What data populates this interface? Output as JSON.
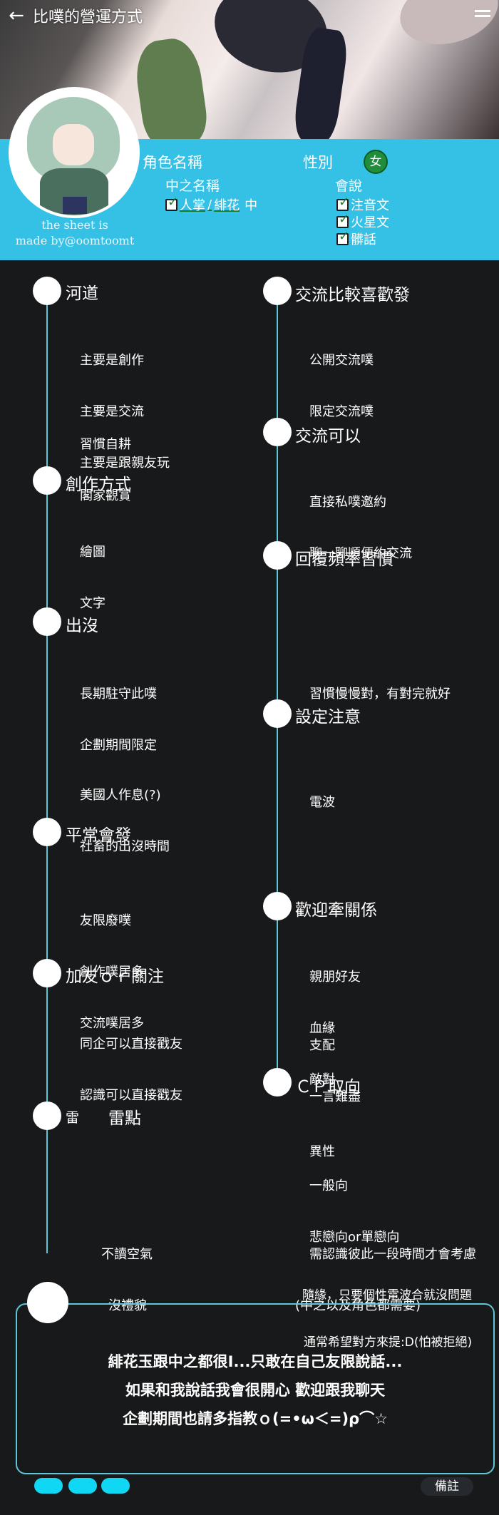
{
  "header": {
    "back_icon": "←",
    "title": "比噗的營運方式"
  },
  "profile": {
    "credit_line1": "the sheet is",
    "credit_line2": "made by@oomtoomt",
    "char_name_label": "角色名稱",
    "gender_label": "性別",
    "gender_value": "女",
    "cp_label": "中之名稱",
    "cp_values": [
      "人掌",
      "緋花"
    ],
    "cp_suffix": "中",
    "cp_sep": "/",
    "speech_label": "會說",
    "speech_options": [
      "注音文",
      "火星文",
      "髒話"
    ]
  },
  "left_sections": [
    {
      "title": "河道",
      "options": [
        "主要是創作",
        "主要是交流",
        "主要是跟親友玩",
        "習慣自耕",
        "閣家觀賞"
      ]
    },
    {
      "title": "創作方式",
      "options": [
        "繪圖",
        "文字"
      ]
    },
    {
      "title": "出沒",
      "options": [
        "長期駐守此噗",
        "企劃期間限定",
        "美國人作息(?)",
        "社畜的出沒時間"
      ]
    },
    {
      "title": "平常會發",
      "options": [
        "友限廢噗",
        "創作噗居多",
        "交流噗居多"
      ]
    },
    {
      "title": "加友ｏｒ關注",
      "options": [
        "同企可以直接戳友",
        "認識可以直接戳友"
      ]
    },
    {
      "title": "雷",
      "title2": "雷點",
      "options": [
        "不讀空氣",
        "沒禮貌"
      ]
    }
  ],
  "right_sections": [
    {
      "title": "交流比較喜歡發",
      "options": [
        "公開交流噗",
        "限定交流噗"
      ]
    },
    {
      "title": "交流可以",
      "options": [
        "直接私噗邀約",
        "聊一聊順便約交流"
      ]
    },
    {
      "title": "回覆頻率習慣",
      "options": [
        "習慣慢慢對，有對完就好"
      ]
    },
    {
      "title": "設定注意",
      "options": [
        "電波"
      ]
    },
    {
      "title": "歡迎牽關係",
      "options": [
        "親朋好友",
        "血緣",
        "敵對",
        "支配",
        "一言難盡"
      ]
    },
    {
      "title": "ＣＰ取向",
      "options": [
        "異性",
        "一般向",
        "悲戀向or單戀向",
        "需認識彼此一段時間才會考慮",
        "(中之以及角色都需要)",
        "隨緣，只要個性電波合就沒問題",
        "通常希望對方來提:D(怕被拒絕)"
      ]
    }
  ],
  "notes": {
    "line1": "緋花玉跟中之都很I...只敢在自己友限說話...",
    "line2": "如果和我說話我會很開心 歡迎跟我聊天",
    "line3": "企劃期間也請多指教ｏ(=•ω＜=)ρ⌒☆"
  },
  "footer": {
    "notes_button": "備註"
  },
  "colors": {
    "accent": "#35c1e6",
    "line": "#5fc6d8",
    "background": "#18191b",
    "pill": "#10d8f4"
  }
}
